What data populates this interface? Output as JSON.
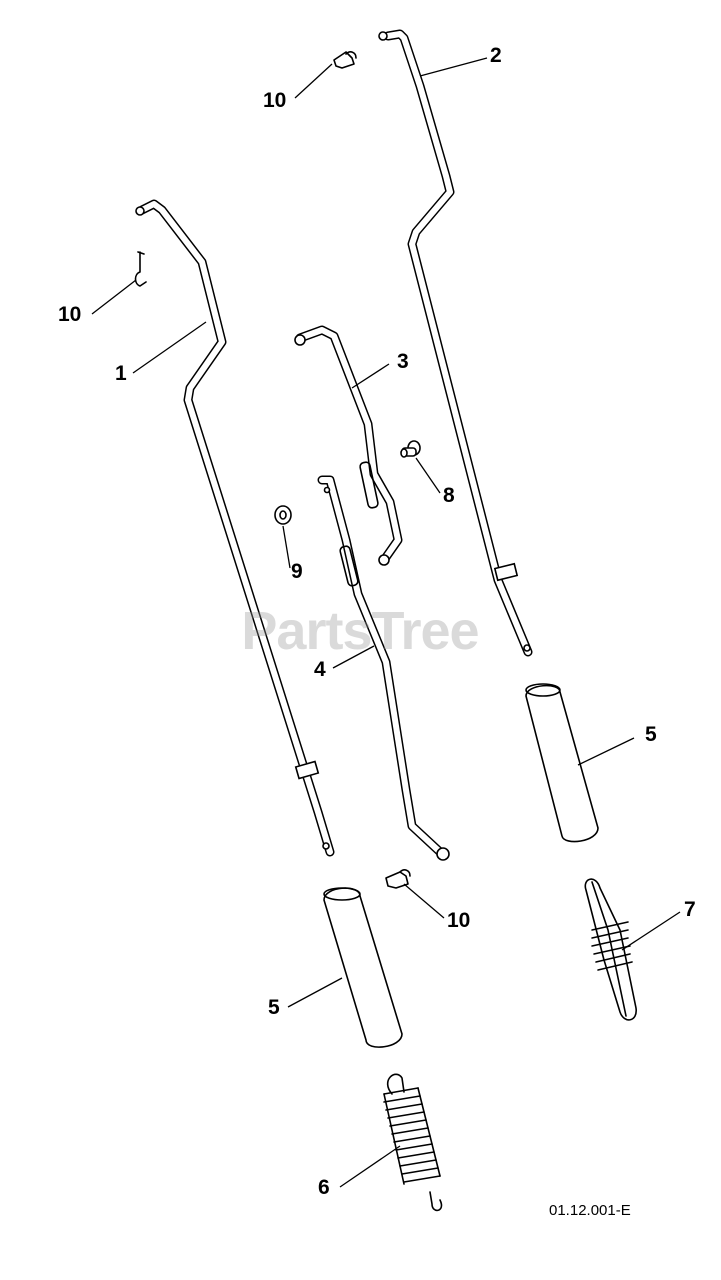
{
  "watermark": "PartsTree",
  "drawing_reference": "01.12.001-E",
  "callouts": [
    {
      "id": "c10a",
      "label": "10"
    },
    {
      "id": "c2",
      "label": "2"
    },
    {
      "id": "c10b",
      "label": "10"
    },
    {
      "id": "c1",
      "label": "1"
    },
    {
      "id": "c3",
      "label": "3"
    },
    {
      "id": "c8",
      "label": "8"
    },
    {
      "id": "c9",
      "label": "9"
    },
    {
      "id": "c4",
      "label": "4"
    },
    {
      "id": "c5a",
      "label": "5"
    },
    {
      "id": "c7",
      "label": "7"
    },
    {
      "id": "c10c",
      "label": "10"
    },
    {
      "id": "c5b",
      "label": "5"
    },
    {
      "id": "c6",
      "label": "6"
    }
  ]
}
